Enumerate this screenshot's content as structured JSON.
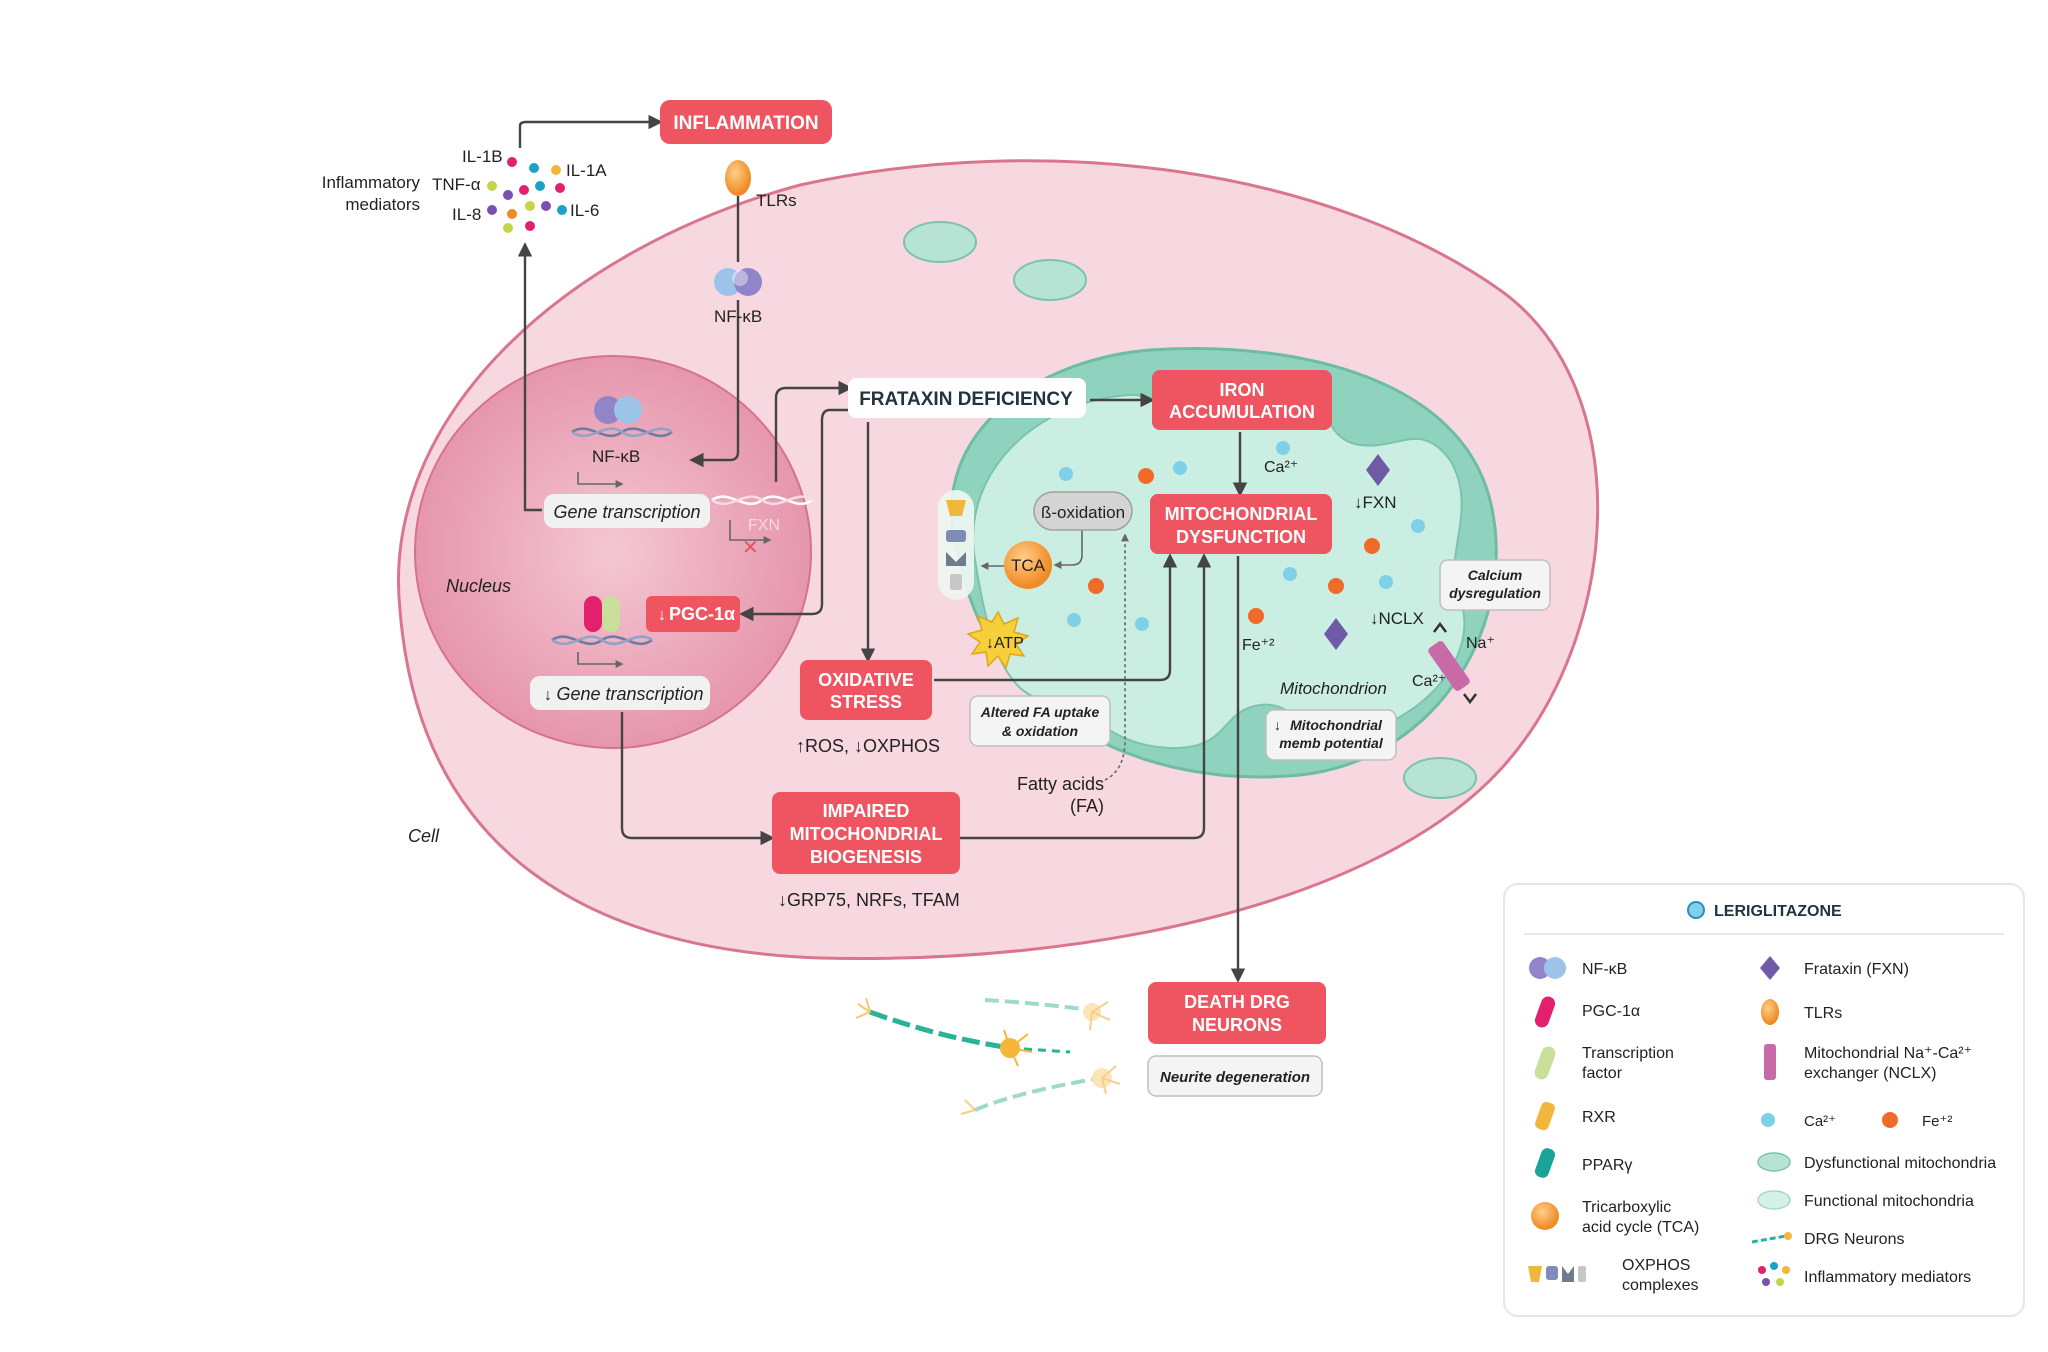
{
  "boxes": {
    "inflammation": "INFLAMMATION",
    "frataxin_deficiency": "FRATAXIN DEFICIENCY",
    "iron_accumulation": [
      "IRON",
      "ACCUMULATION"
    ],
    "mitochondrial_dysfunction": [
      "MITOCHONDRIAL",
      "DYSFUNCTION"
    ],
    "oxidative_stress": [
      "OXIDATIVE",
      "STRESS"
    ],
    "impaired_biogenesis": [
      "IMPAIRED",
      "MITOCHONDRIAL",
      "BIOGENESIS"
    ],
    "death_drg": [
      "DEATH DRG",
      "NEURONS"
    ],
    "pgc1a": "PGC-1α"
  },
  "labels": {
    "il1b": "IL-1B",
    "il1a": "IL-1A",
    "tnfa": "TNF-α",
    "il8": "IL-8",
    "il6": "IL-6",
    "inflammatory_mediators": [
      "Inflammatory",
      "mediators"
    ],
    "tlrs": "TLRs",
    "nfkb_top": "NF-κB",
    "nfkb_nucleus": "NF-κB",
    "gene_transcription": "Gene transcription",
    "gene_transcription_down": "Gene transcription",
    "nucleus": "Nucleus",
    "cell": "Cell",
    "fxn_gene": "FXN",
    "ros_oxphos": "ROS, ",
    "oxphos": "OXPHOS",
    "grp75": "GRP75, NRFs, TFAM",
    "beta_oxidation": "ß-oxidation",
    "tca": "TCA",
    "atp": "ATP",
    "ca_mito": "Ca²⁺",
    "fxn_mito": "FXN",
    "nclx_mito": "NCLX",
    "fe_mito": "Fe⁺²",
    "na": "Na⁺",
    "ca_low": "Ca²⁺",
    "mitochondrion": "Mitochondrion",
    "calcium_dysregulation": [
      "Calcium",
      "dysregulation"
    ],
    "altered_fa": [
      "Altered FA uptake",
      "& oxidation"
    ],
    "mito_memb": [
      "Mitochondrial",
      "memb potential"
    ],
    "fatty_acids": [
      "Fatty acids",
      "(FA)"
    ],
    "neurite_degeneration": "Neurite degeneration"
  },
  "legend": {
    "title": "LERIGLITAZONE",
    "left": [
      {
        "icon": "nfkb-icon",
        "label": [
          "NF-κB"
        ]
      },
      {
        "icon": "pgc1a-icon",
        "label": [
          "PGC-1α"
        ]
      },
      {
        "icon": "transcription-factor-icon",
        "label": [
          "Transcription",
          "factor"
        ]
      },
      {
        "icon": "rxr-icon",
        "label": [
          "RXR"
        ]
      },
      {
        "icon": "ppar-gamma-icon",
        "label": [
          "PPARγ"
        ]
      },
      {
        "icon": "tca-icon",
        "label": [
          "Tricarboxylic",
          "acid cycle (TCA)"
        ]
      },
      {
        "icon": "oxphos-icon",
        "label": [
          "OXPHOS",
          "complexes"
        ]
      }
    ],
    "right": [
      {
        "icon": "frataxin-icon",
        "label": [
          "Frataxin (FXN)"
        ]
      },
      {
        "icon": "tlrs-icon",
        "label": [
          "TLRs"
        ]
      },
      {
        "icon": "nclx-icon",
        "label": [
          "Mitochondrial Na⁺-Ca²⁺",
          "exchanger (NCLX)"
        ]
      },
      {
        "icon": "ca-fe-icon",
        "label": [
          "Ca²⁺",
          "Fe⁺²"
        ]
      },
      {
        "icon": "dysfunctional-mito-icon",
        "label": [
          "Dysfunctional mitochondria"
        ]
      },
      {
        "icon": "functional-mito-icon",
        "label": [
          "Functional mitochondria"
        ]
      },
      {
        "icon": "drg-neurons-icon",
        "label": [
          "DRG Neurons"
        ]
      },
      {
        "icon": "inflammatory-mediators-icon",
        "label": [
          "Inflammatory mediators"
        ]
      }
    ]
  },
  "colors": {
    "box_red": "#ee5560",
    "cell_fill": "#f6d3dc",
    "cell_stroke": "#d8728a",
    "nucleus_fill": "#eaa0b5",
    "mito_fill": "#8fd3bf",
    "mito_inner": "#cbeee2",
    "text_dark": "#1f3340"
  }
}
